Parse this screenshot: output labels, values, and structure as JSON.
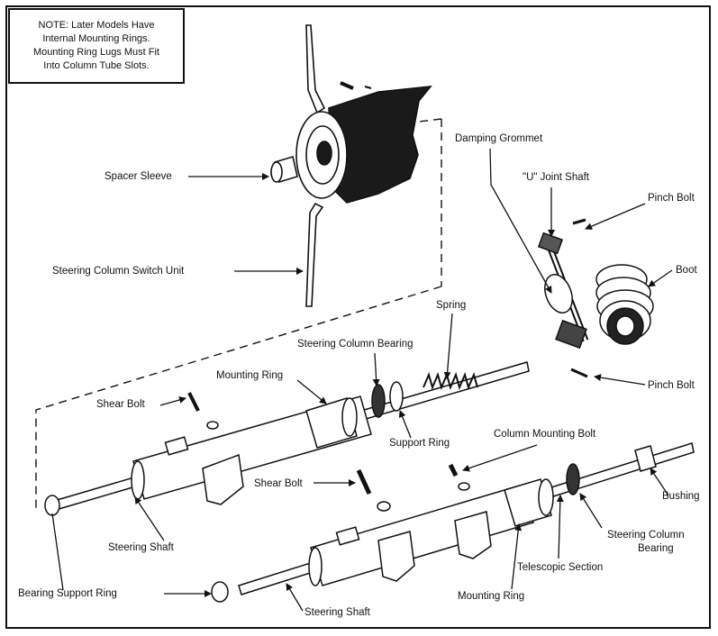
{
  "note": {
    "lines": [
      "NOTE: Later Models Have",
      "Internal Mounting Rings.",
      "Mounting Ring Lugs Must Fit",
      "Into Column Tube Slots."
    ]
  },
  "labels": {
    "spacer_sleeve": "Spacer Sleeve",
    "switch_unit": "Steering Column Switch Unit",
    "damping_grommet": "Damping Grommet",
    "u_joint_shaft": "\"U\" Joint Shaft",
    "pinch_bolt_top": "Pinch Bolt",
    "boot": "Boot",
    "pinch_bolt_bottom": "Pinch Bolt",
    "spring": "Spring",
    "column_bearing_upper": "Steering Column Bearing",
    "mounting_ring_upper": "Mounting Ring",
    "shear_bolt_upper": "Shear Bolt",
    "support_ring": "Support Ring",
    "column_mounting_bolt": "Column Mounting Bolt",
    "shear_bolt_lower": "Shear Bolt",
    "bushing": "Bushing",
    "column_bearing_lower_1": "Steering Column",
    "column_bearing_lower_2": "Bearing",
    "steering_shaft_upper": "Steering Shaft",
    "telescopic_section": "Telescopic Section",
    "bearing_support_ring": "Bearing Support Ring",
    "mounting_ring_lower": "Mounting Ring",
    "steering_shaft_lower": "Steering Shaft"
  }
}
